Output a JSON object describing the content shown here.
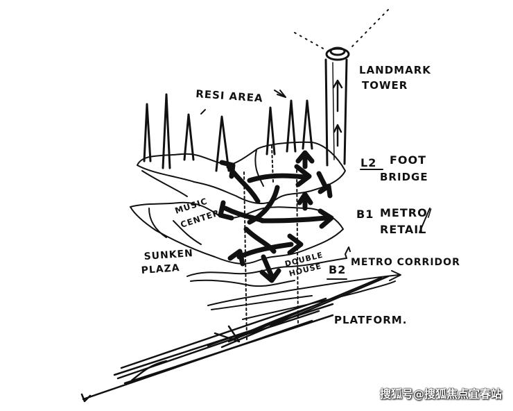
{
  "sketch": {
    "labels": {
      "landmark": "LANDMARK",
      "tower": "TOWER",
      "resi_area": "RESI AREA",
      "l2": "L2",
      "foot": "FOOT",
      "bridge": "BRIDGE",
      "b1": "B1",
      "metro": "METRO/",
      "retail": "RETAIL",
      "music": "MUSIC",
      "center": "CENTER",
      "sunken": "SUNKEN",
      "plaza": "PLAZA",
      "double": "DOUBLE",
      "house": "HOUSE",
      "b2": "B2",
      "metro_corridor": "METRO CORRIDOR",
      "platform": "PLATFORM."
    }
  },
  "watermark": "搜狐号@搜狐焦点宜春站",
  "colors": {
    "ink": "#111111",
    "background": "#ffffff",
    "watermark": "#ffffff"
  }
}
